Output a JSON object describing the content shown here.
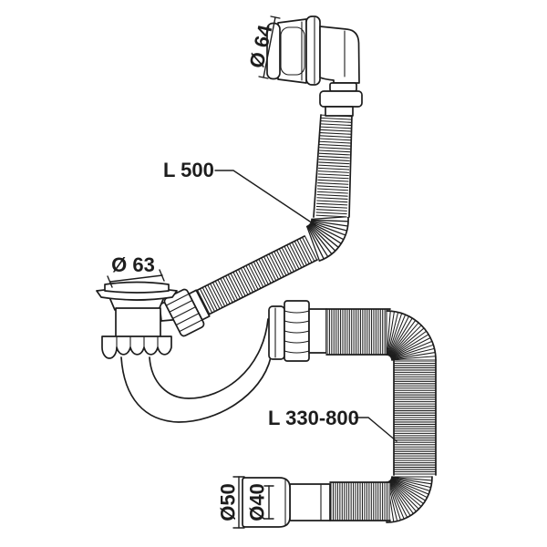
{
  "diagram": {
    "background": "#ffffff",
    "line_color": "#1d1d1d",
    "labels": {
      "overflow_diameter": "Ø 64",
      "overflow_hose_length": "L 500",
      "drain_diameter": "Ø 63",
      "outlet_hose_length": "L 330-800",
      "outlet_outer_diameter": "Ø50",
      "outlet_inner_diameter": "Ø40"
    }
  }
}
